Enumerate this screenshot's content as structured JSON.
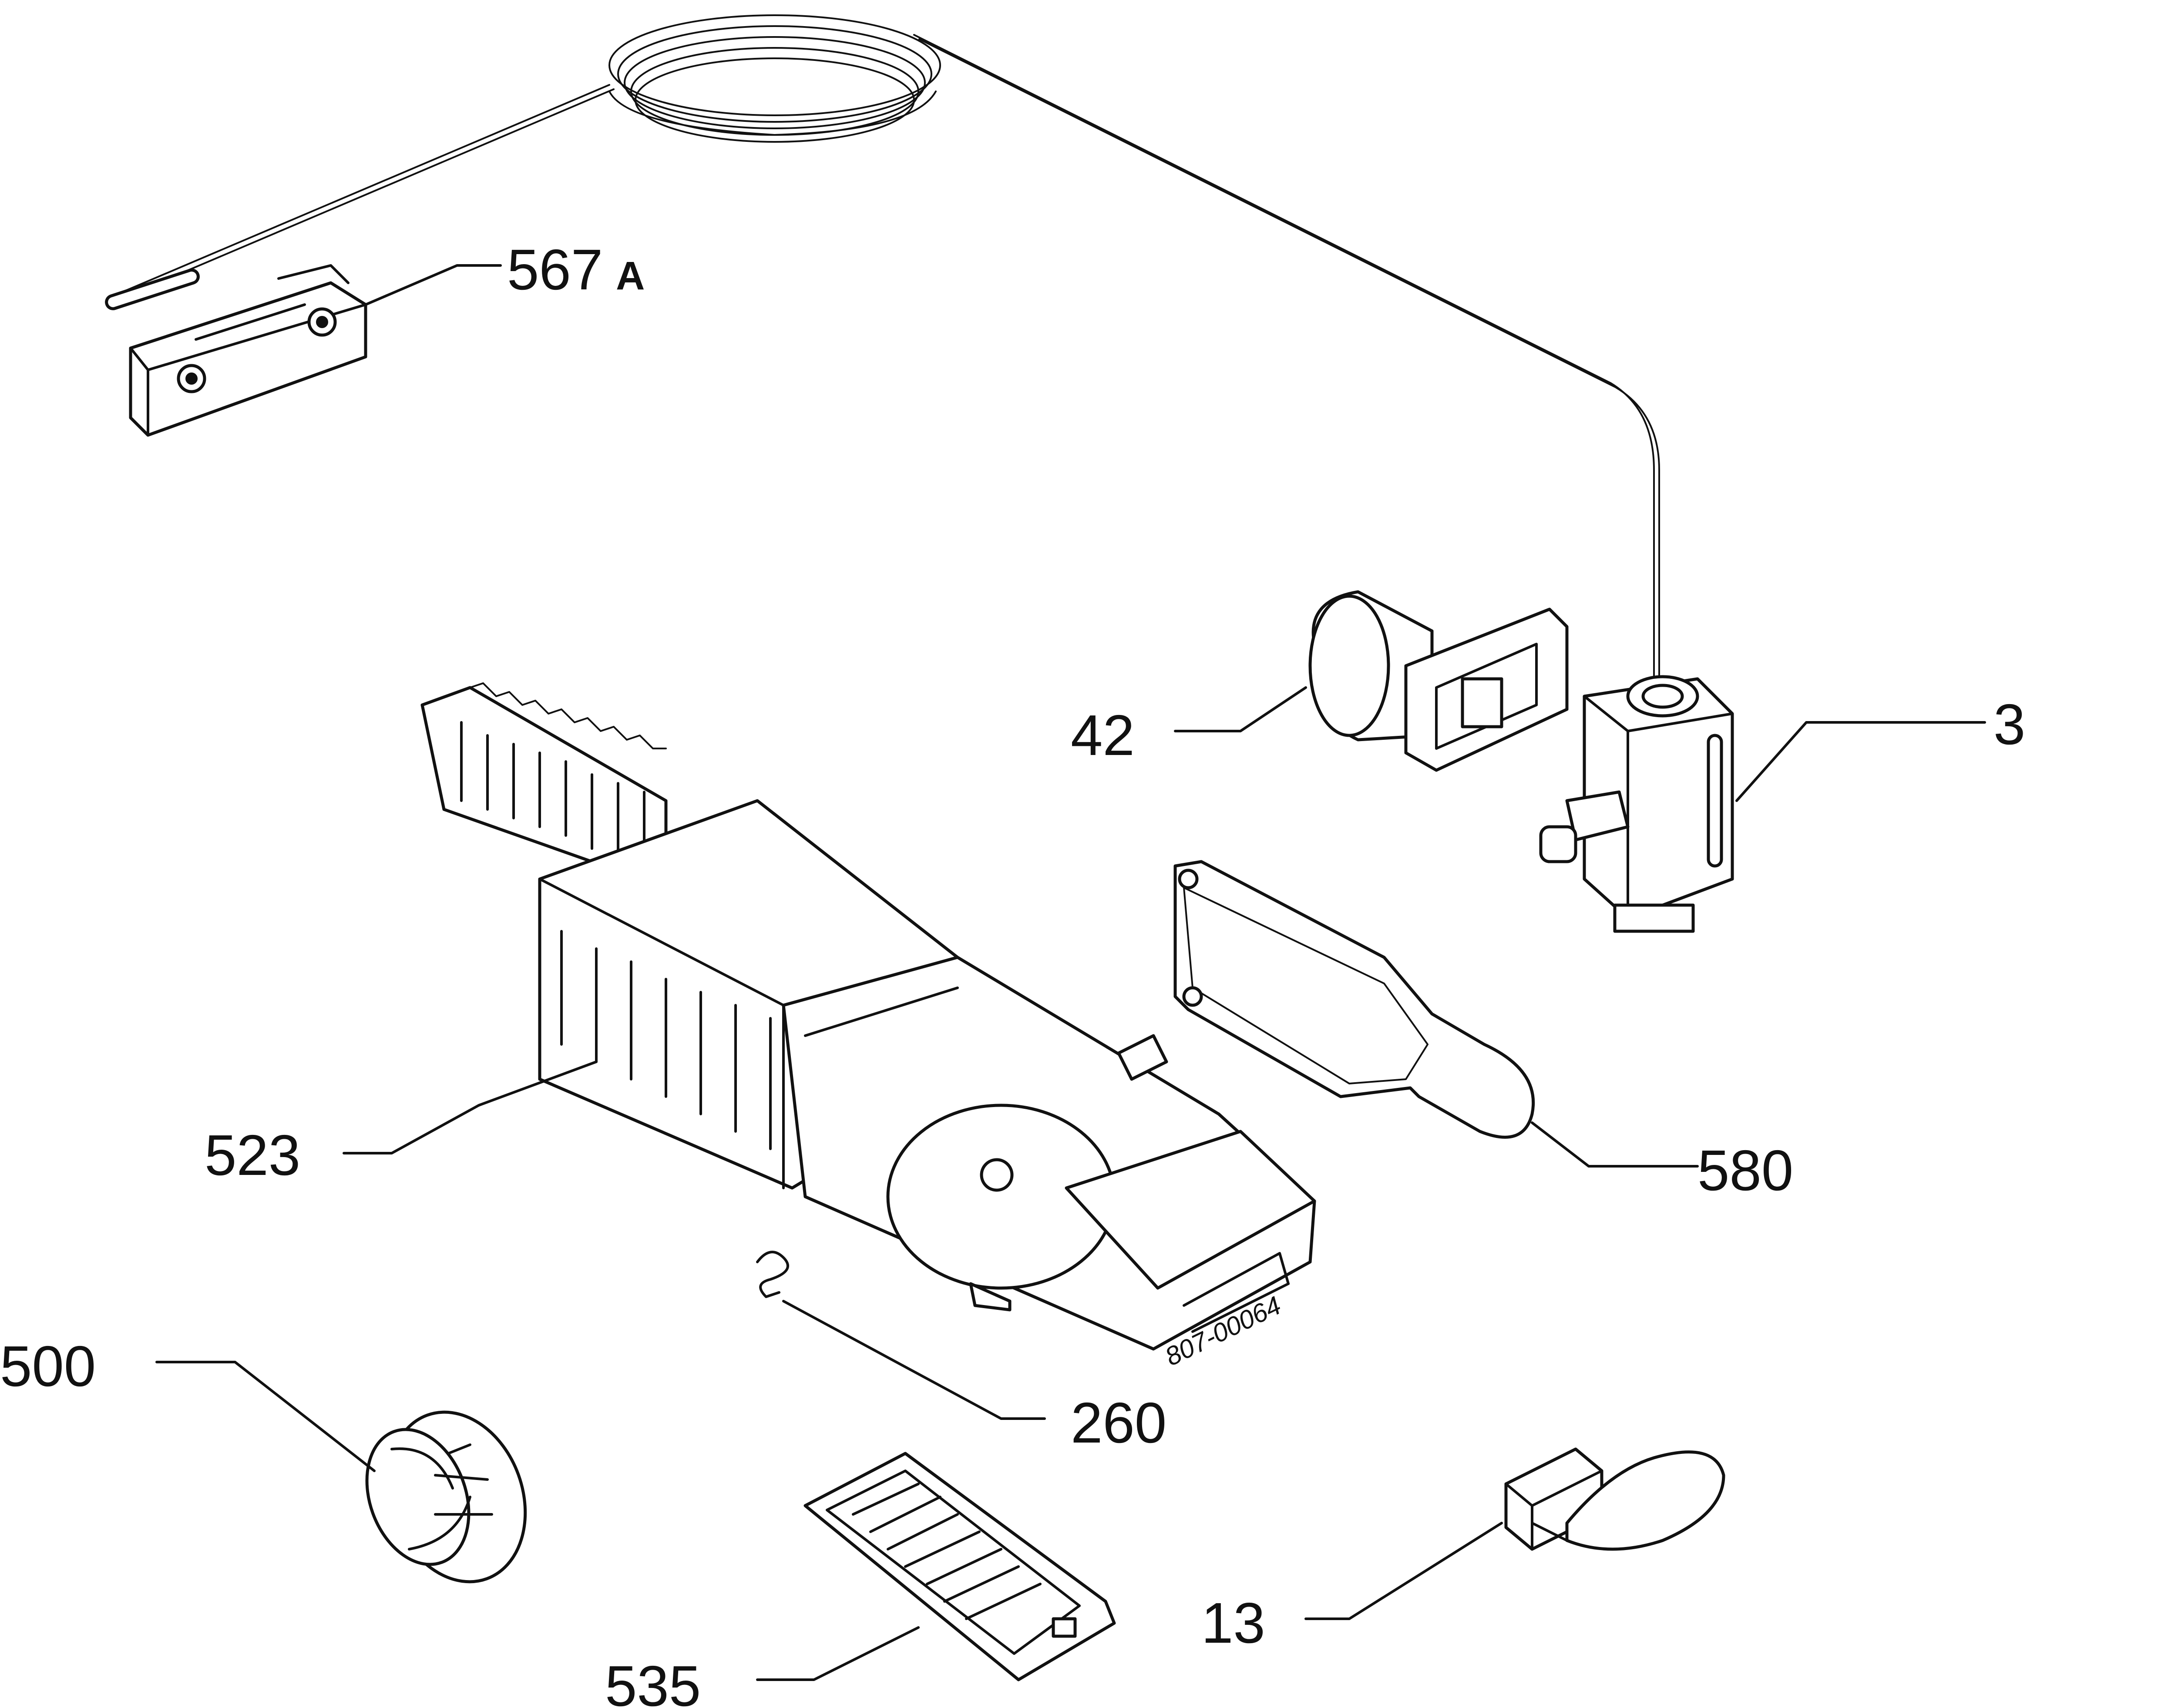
{
  "labels": {
    "p567": "567",
    "p567_suffix": "A",
    "p3": "3",
    "p42": "42",
    "p523": "523",
    "p580": "580",
    "p260": "260",
    "p500": "500",
    "p13": "13",
    "p535": "535"
  },
  "drawing_number": "807-00064"
}
